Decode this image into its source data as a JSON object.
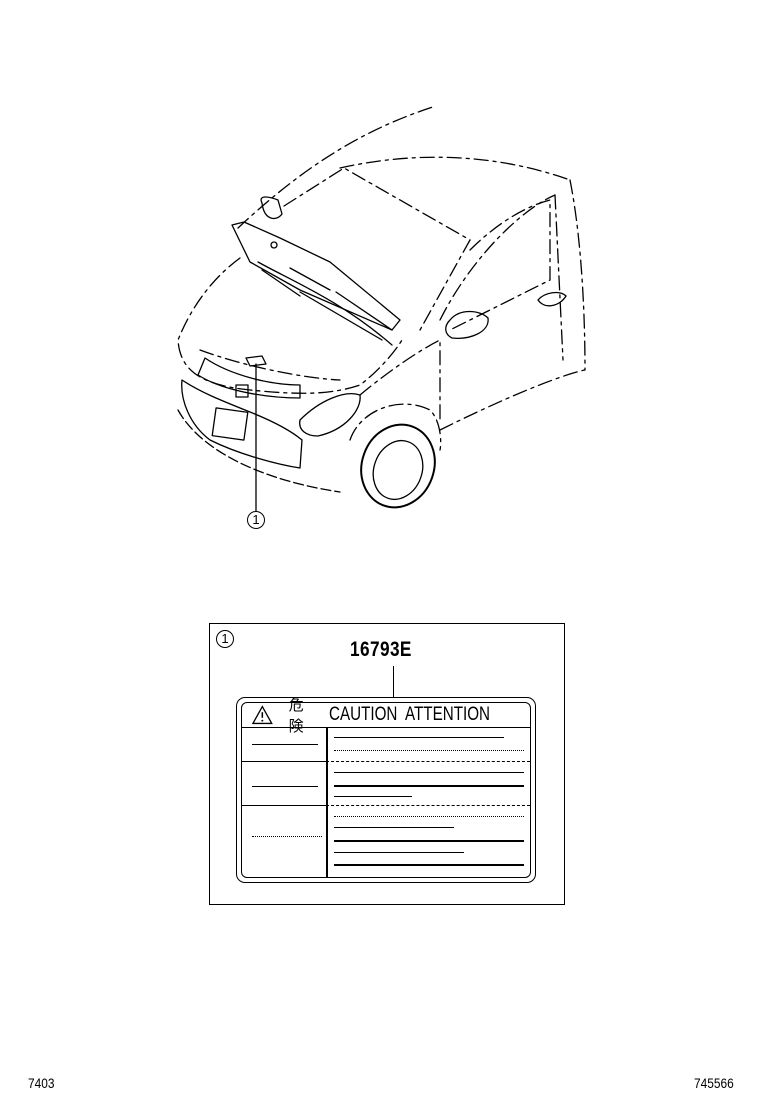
{
  "illustration": {
    "callout_number": "1"
  },
  "detail": {
    "callout_number": "1",
    "part_number": "16793E",
    "label": {
      "warning_icon": "warning-triangle-icon",
      "header_japanese": "危険",
      "header_english": "CAUTION  ATTENTION"
    }
  },
  "footer": {
    "left_code": "7403",
    "right_code": "745566"
  }
}
